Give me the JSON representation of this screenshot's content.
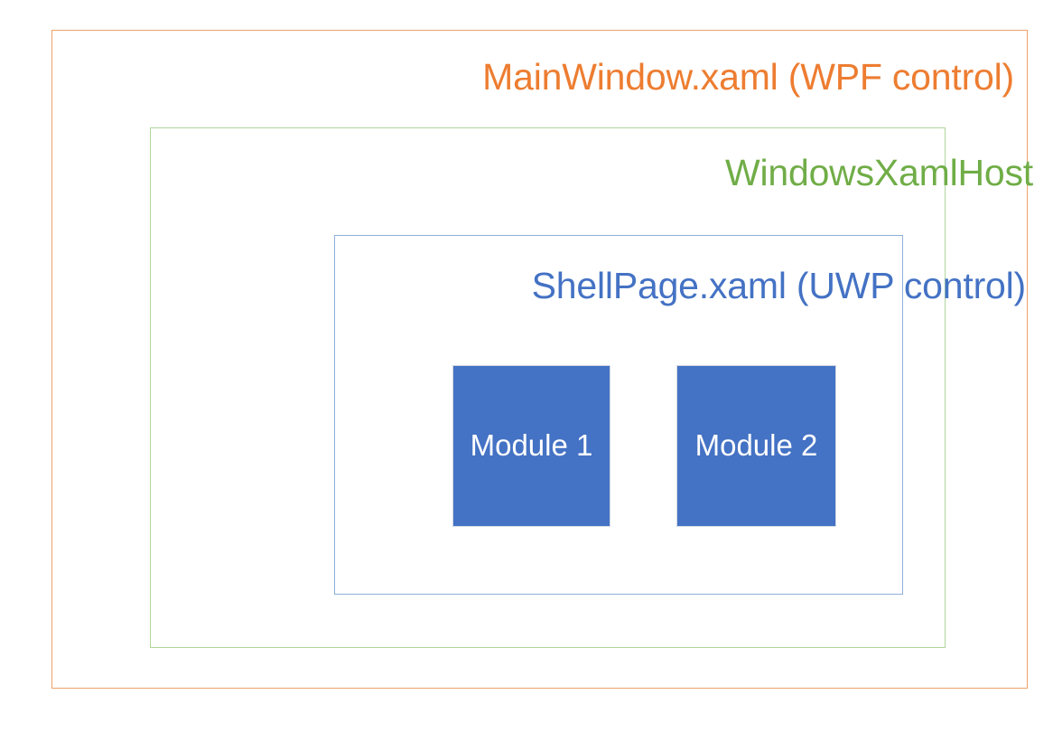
{
  "diagram": {
    "title": "MainWindow.xaml (WPF control)",
    "background_color": "#FFFFFF",
    "layers": [
      {
        "id": "main-window",
        "label": "MainWindow.xaml (WPF control)",
        "border_color": "#ED7D31",
        "text_color": "#ED7D31",
        "fill": "none"
      },
      {
        "id": "windows-xaml-host",
        "label": "WindowsXamlHost",
        "border_color": "#70AD47",
        "text_color": "#70AD47",
        "fill": "none"
      },
      {
        "id": "shell-page",
        "label": "ShellPage.xaml (UWP control)",
        "border_color": "#4472C4",
        "text_color": "#4472C4",
        "fill": "none"
      }
    ],
    "modules": [
      {
        "id": "module-1",
        "label": "Module 1",
        "fill_color": "#4472C4",
        "text_color": "#FFFFFF"
      },
      {
        "id": "module-2",
        "label": "Module 2",
        "fill_color": "#4472C4",
        "text_color": "#FFFFFF"
      }
    ]
  }
}
